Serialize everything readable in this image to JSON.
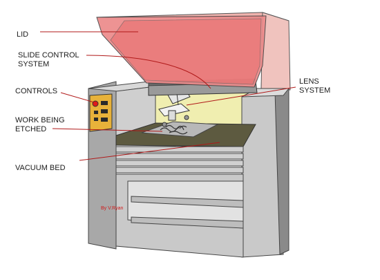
{
  "labels": {
    "lid": "LID",
    "slide_control": [
      "SLIDE CONTROL",
      "SYSTEM"
    ],
    "controls": "CONTROLS",
    "work_being_etched": [
      "WORK BEING",
      "ETCHED"
    ],
    "vacuum_bed": "VACUUM BED",
    "lens_system": [
      "LENS",
      "SYSTEM"
    ]
  },
  "credit": "By V.Ryan",
  "colors": {
    "leader_line": "#b01818",
    "body_grey": "#c9c9c9",
    "body_dark": "#8a8a8a",
    "lid_red": "#ec8a8a",
    "lid_back": "#f1b3ae",
    "interior_yellow": "#f0eeb0",
    "bed_olive": "#5d5a40",
    "control_panel": "#e8b23a",
    "button_red": "#e01a1a"
  }
}
